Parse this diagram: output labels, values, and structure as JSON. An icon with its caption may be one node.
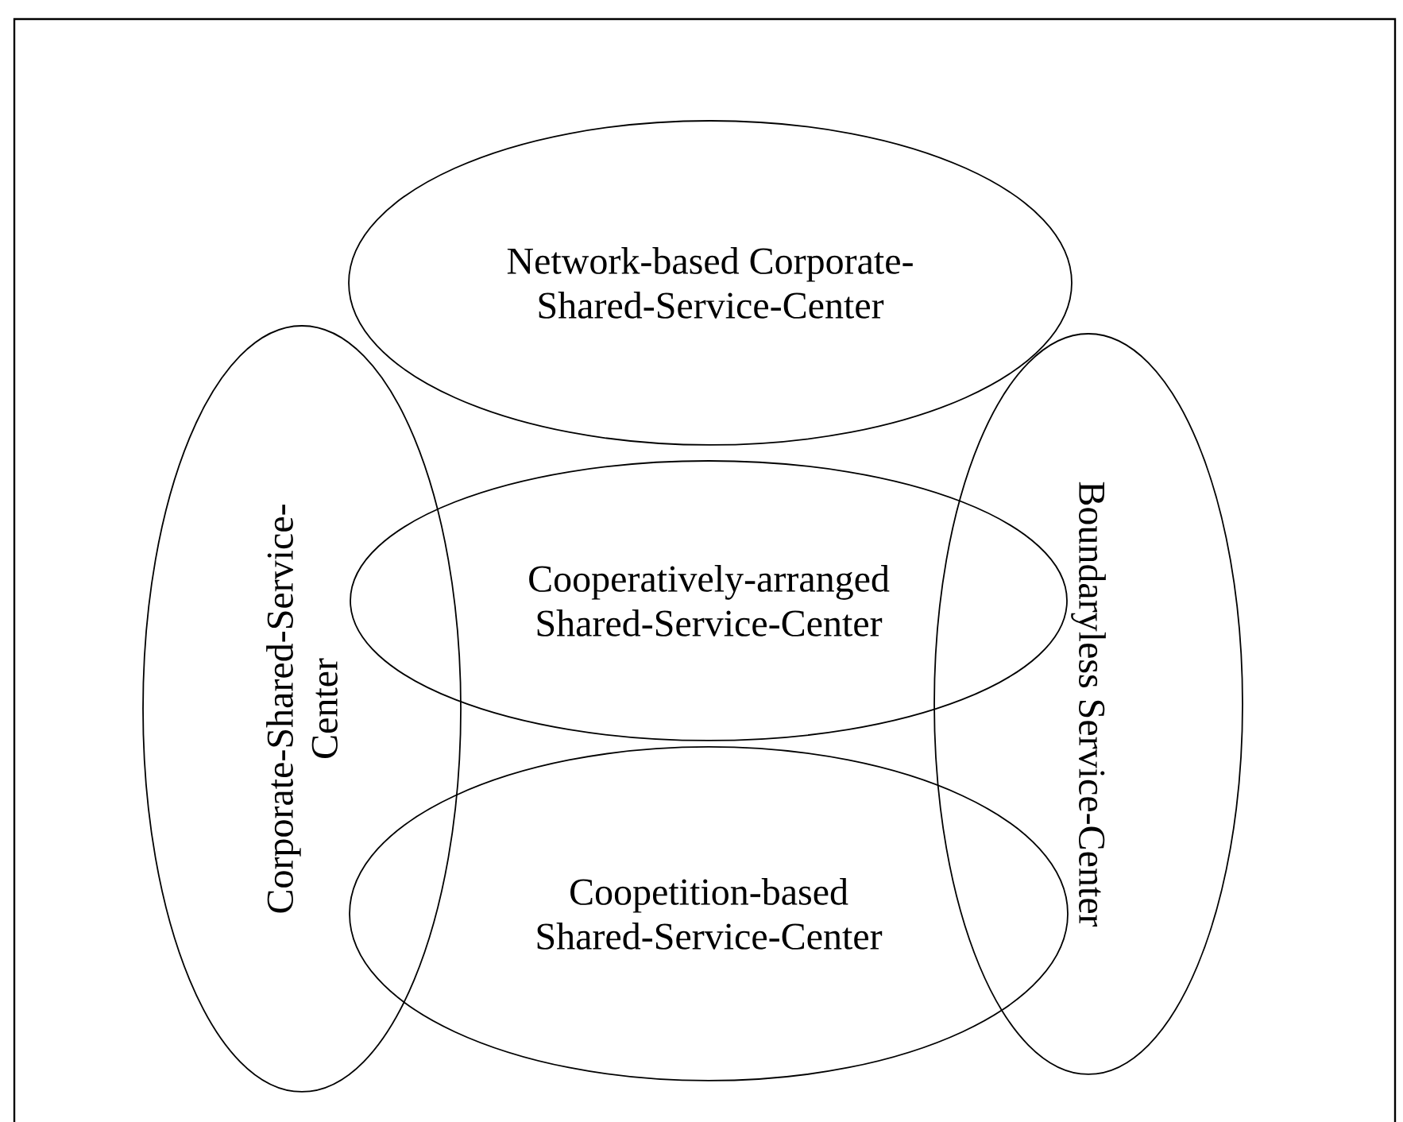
{
  "diagram": {
    "nodes": [
      {
        "text": [
          "Network-based Corporate-Shared-Service-Center"
        ]
      },
      {
        "text": [
          "Corporate-Shared-Service-Center"
        ]
      },
      {
        "text": [
          "Boundaryless Service-Center"
        ]
      },
      {
        "text": [
          "Cooperatively-arranged Shared-Service-Center"
        ]
      },
      {
        "text": [
          "Coopetition-based Shared-Service-Center"
        ]
      }
    ]
  }
}
